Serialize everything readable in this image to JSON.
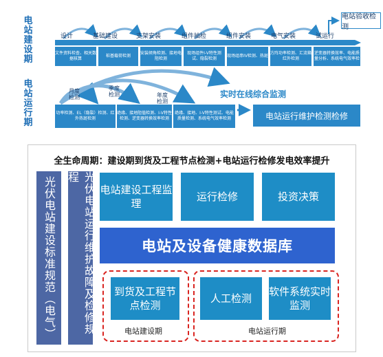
{
  "construction": {
    "side_label": "电站建设期",
    "acceptance_label": "电站验收检测",
    "steps": [
      {
        "label": "设计",
        "detail": "文件资料检查、相关数据核算"
      },
      {
        "label": "基础建设",
        "detail": "桩基载荷检测"
      },
      {
        "label": "支架安装",
        "detail": "安装倾角检测、接地电阻检测"
      },
      {
        "label": "组件抽检",
        "detail": "现场组件I-V特性测试、隐裂检测"
      },
      {
        "label": "组件安装",
        "detail": "现场组串IV检测、热斑"
      },
      {
        "label": "电气安装",
        "detail": "方阵功率检测、汇流箱红外检测"
      },
      {
        "label": "试运行",
        "detail": "逆变器转换效率、电能质量分析、系统电气效率检"
      }
    ]
  },
  "operation": {
    "side_label": "电站运行期",
    "periods": [
      "月度检测",
      "季度检测",
      "年度检测"
    ],
    "monitoring_label": "实时在线综合监测",
    "tasks": [
      "功率检测、EL（隐裂）检测、红外热斑检测",
      "绝缘、接地阻值检测、I-V特性检测、逆变器转换效率检测",
      "绝缘、接地、I-V特性测试、电能质量检测、系统电气效率检测"
    ],
    "maintenance_label": "电站运行维护检测检修"
  },
  "panel": {
    "title": "全生命周期：建设期到货及工程节点检测+电站运行检修发电效率提升",
    "left_spec": "光伏电站建设标准规范（电气）",
    "mid_spec": "光伏电站运行维护故障及检修规程",
    "top_boxes": [
      "电站建设工程监理",
      "运行检修",
      "投资决策"
    ],
    "database": "电站及设备健康数据库",
    "construction_group": {
      "box": "到货及工程节点检测",
      "label": "电站建设期"
    },
    "operation_group": {
      "boxes": [
        "人工检测",
        "软件系统实时监测"
      ],
      "label": "电站运行期"
    }
  },
  "colors": {
    "primary": "#2b88c8",
    "db": "#2e63cf",
    "spec": "#4d67a4",
    "dash": "#d92420",
    "heading": "#1f6fb6"
  }
}
